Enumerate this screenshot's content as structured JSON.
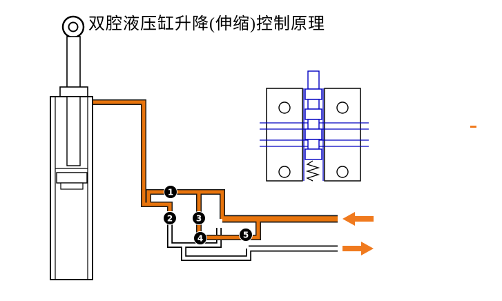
{
  "title": "双腔液压缸升降(伸缩)控制原理",
  "valves": [
    {
      "label": "1"
    },
    {
      "label": "2"
    },
    {
      "label": "3"
    },
    {
      "label": "4"
    },
    {
      "label": "5"
    }
  ],
  "arrows": {
    "inlet_direction": "left",
    "outlet_direction": "right"
  },
  "components": {
    "cylinder": "dual-chamber-hydraulic-cylinder",
    "valve_block": "directional-control-valve-section",
    "pipes_pressure": "orange-pressure-lines",
    "pipes_return": "white-return-lines"
  },
  "colors": {
    "pipe_orange": "#e8740c",
    "arrow_orange": "#f07a1e",
    "schematic_blue": "#0000c0",
    "line_black": "#000000",
    "background": "#ffffff"
  }
}
